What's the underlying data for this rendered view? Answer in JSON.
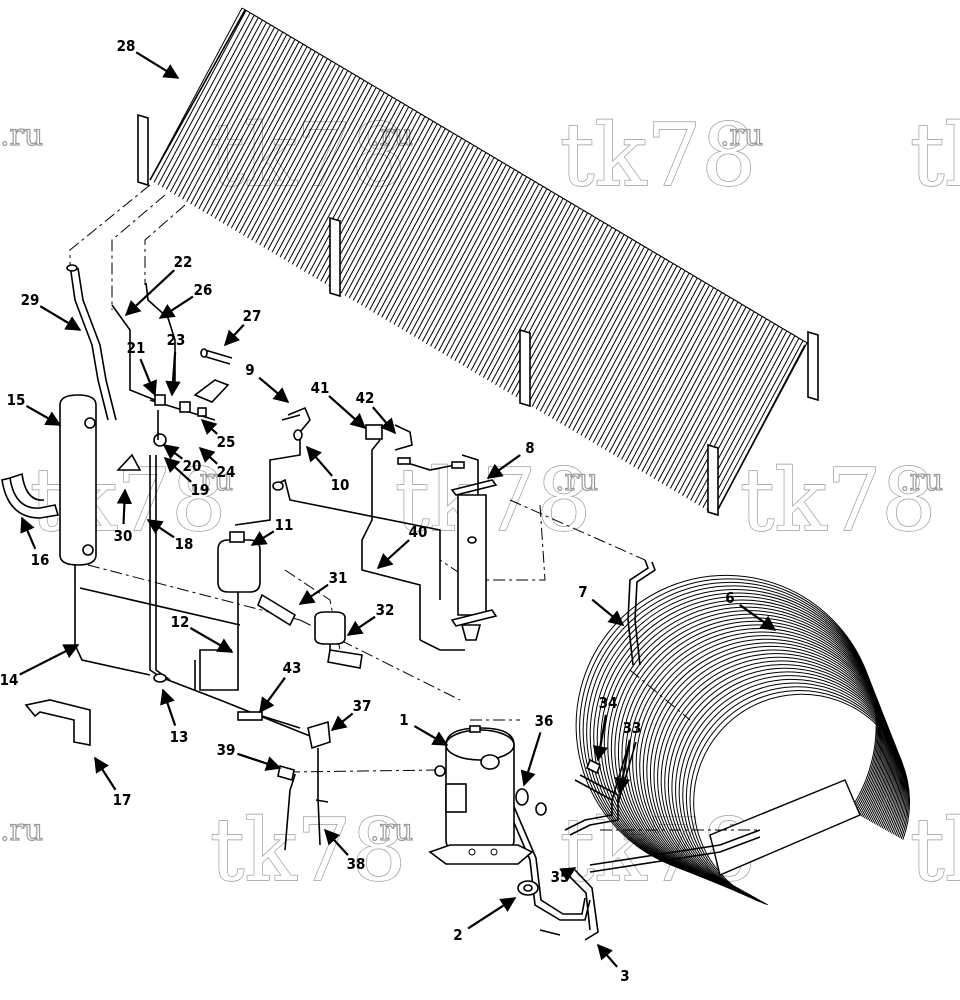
{
  "watermark": {
    "text": "tk78",
    "suffix": ".ru"
  },
  "callouts": [
    "1",
    "2",
    "3",
    "6",
    "7",
    "8",
    "9",
    "10",
    "11",
    "12",
    "13",
    "14",
    "15",
    "16",
    "17",
    "18",
    "19",
    "20",
    "21",
    "22",
    "23",
    "24",
    "25",
    "26",
    "27",
    "28",
    "29",
    "30",
    "31",
    "32",
    "33",
    "34",
    "35",
    "36",
    "37",
    "38",
    "39",
    "40",
    "41",
    "42",
    "43"
  ],
  "colors": {
    "line": "#000000",
    "watermark_outline": "#9a9a9a",
    "background": "#ffffff"
  }
}
